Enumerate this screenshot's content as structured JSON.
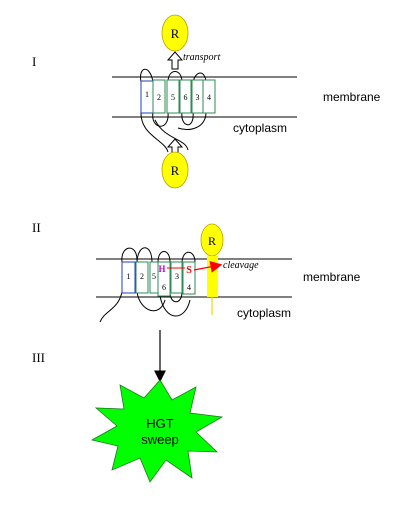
{
  "panel_I": {
    "label": "I",
    "receptor_top": "R",
    "receptor_bottom": "R",
    "transport_label": "transport",
    "membrane_label": "membrane",
    "cytoplasm_label": "cytoplasm",
    "helices": [
      "1",
      "2",
      "5",
      "6",
      "3",
      "4"
    ]
  },
  "panel_II": {
    "label": "II",
    "receptor": "R",
    "cleavage_label": "cleavage",
    "membrane_label": "membrane",
    "cytoplasm_label": "cytoplasm",
    "helices": [
      "1",
      "2",
      "5",
      "6",
      "3",
      "4"
    ],
    "residue_h": "H",
    "residue_s": "S"
  },
  "panel_III": {
    "label": "III",
    "burst_line1": "HGT",
    "burst_line2": "sweep"
  },
  "colors": {
    "receptor_fill": "#ffff00",
    "helix_green": "#2e8b57",
    "helix_blue": "#1f3fbf",
    "cleavage_red": "#ff0000",
    "residue_h": "#cc00cc",
    "burst_fill": "#00ff00",
    "anchor_yellow": "#ffff00"
  }
}
